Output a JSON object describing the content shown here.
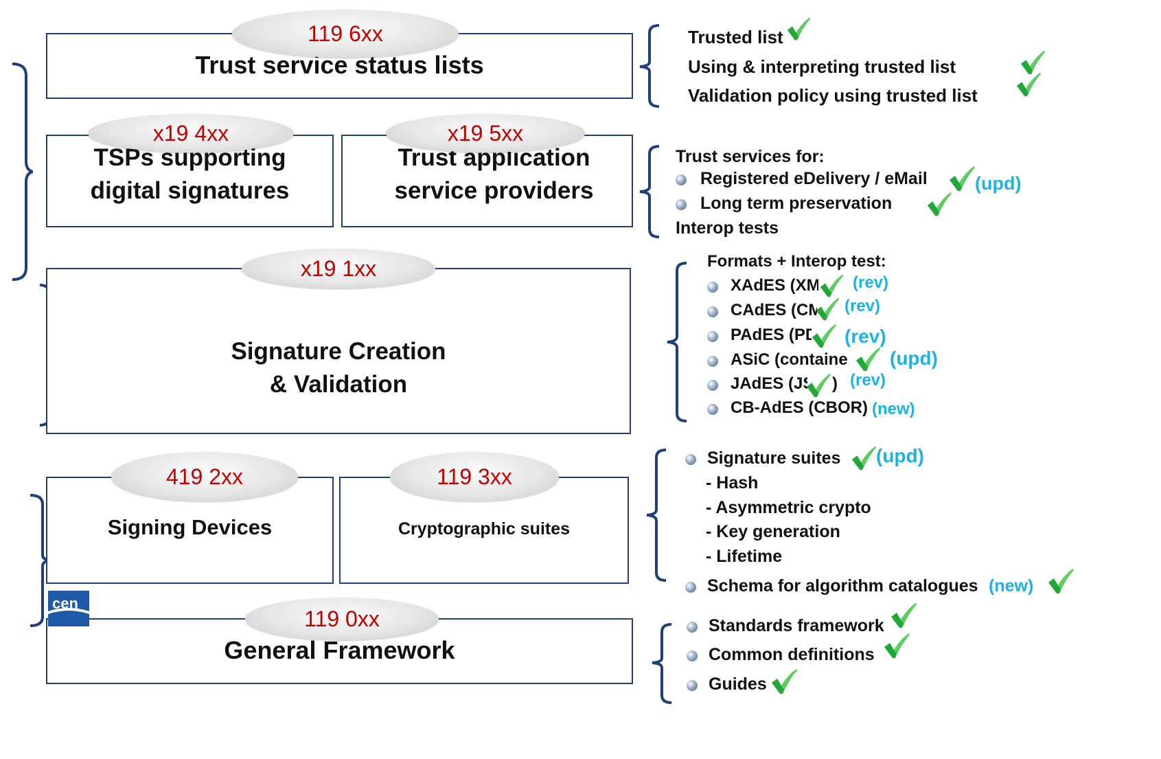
{
  "boxes": {
    "trust_status": {
      "code": "119 6xx",
      "title": "Trust service status lists"
    },
    "tsp": {
      "code": "x19 4xx",
      "title_line1": "TSPs supporting",
      "title_line2": "digital signatures"
    },
    "taps": {
      "code": "x19 5xx",
      "title_line1": "Trust application",
      "title_line2": "service providers"
    },
    "sigcv": {
      "code": "x19 1xx",
      "title_line1": "Signature Creation",
      "title_line2": "& Validation"
    },
    "devices": {
      "code": "419 2xx",
      "title": "Signing Devices"
    },
    "crypto": {
      "code": "119 3xx",
      "title": "Cryptographic  suites"
    },
    "general": {
      "code": "119 0xx",
      "title": "General Framework"
    }
  },
  "notes": {
    "tl": {
      "item1": "Trusted list",
      "item2": "Using & interpreting trusted list",
      "item3": "Validation policy using trusted list"
    },
    "ts": {
      "heading": "Trust services for:",
      "item1": "Registered eDelivery / eMail",
      "item1_tag": "(upd)",
      "item2": "Long term preservation",
      "item3": "Interop tests"
    },
    "formats": {
      "heading": "Formats + Interop test:",
      "xades": "XAdES (XM",
      "xades_tag": "(rev)",
      "cades": "CAdES (CM",
      "cades_tag": "(rev)",
      "pades": "PAdES (PD",
      "pades_tag": "(rev)",
      "asic": "ASiC (containe",
      "asic_tag": "(upd)",
      "jades": "JAdES (JS",
      "jades_suffix": ")",
      "jades_tag": "(rev)",
      "cbades": "CB-AdES (CBOR)",
      "cbades_tag": "(new)"
    },
    "suites": {
      "item1": "Signature suites",
      "item1_tag": "(upd)",
      "sub1": "- Hash",
      "sub2": "- Asymmetric crypto",
      "sub3": "- Key generation",
      "sub4": "- Lifetime",
      "item2": "Schema for algorithm catalogues",
      "item2_tag": "(new)"
    },
    "general": {
      "item1": "Standards framework",
      "item2": "Common definitions",
      "item3": "Guides"
    }
  },
  "logo": {
    "text": "cen"
  },
  "colors": {
    "box_border": "#1f3f7a",
    "code_text": "#c00000",
    "tag": "#1fb1e6",
    "check": "#22a83a"
  }
}
